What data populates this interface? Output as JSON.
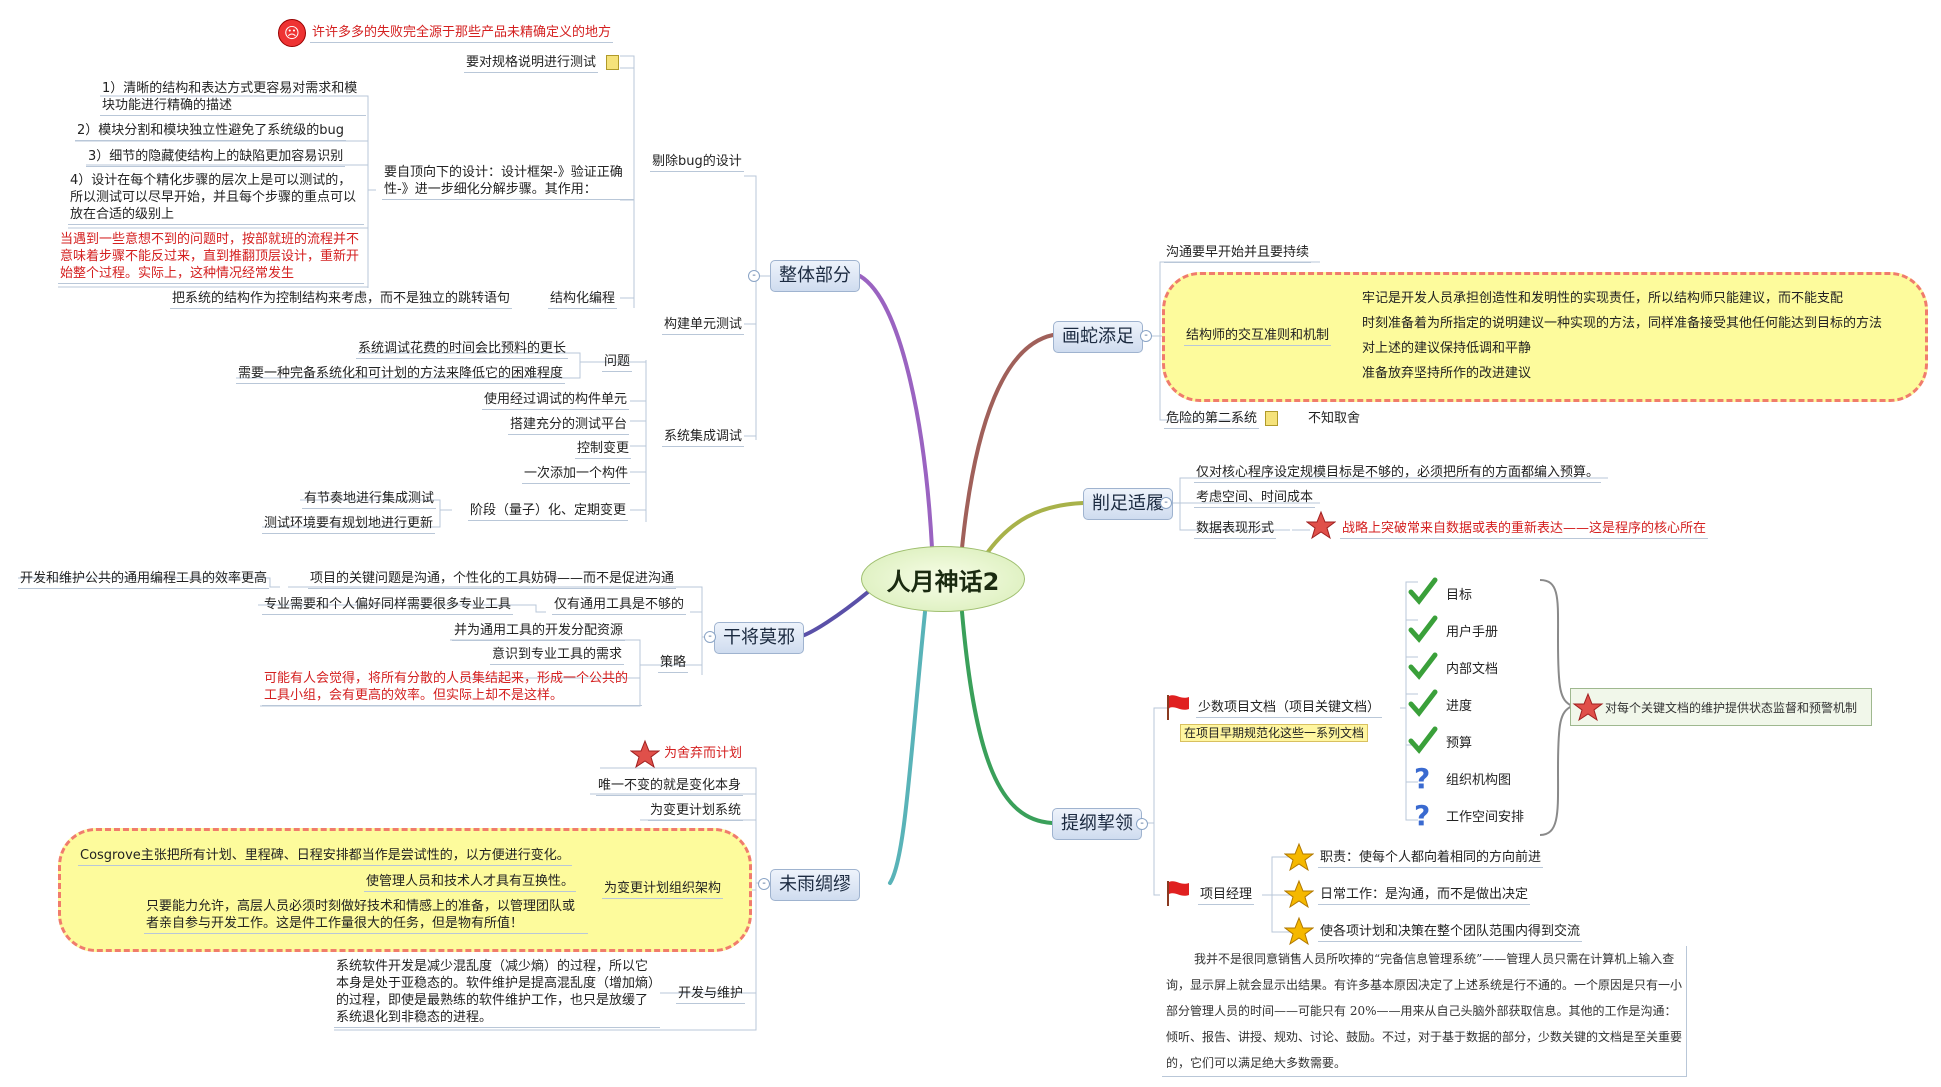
{
  "center": "人月神话2",
  "branches": {
    "zhengti": "整体部分",
    "huashe": "画蛇添足",
    "xuezu": "削足适履",
    "ganjiang": "干将莫邪",
    "weiyu": "未雨绸缪",
    "tigang": "提纲挈领"
  },
  "zhengti": {
    "warning": "许许多多的失败完全源于那些产品未精确定义的地方",
    "spec_test": "要对规格说明进行测试",
    "topdown": "要自顶向下的设计：设计框架-》验证正确性-》进一步细化分解步骤。其作用：",
    "points": [
      "1）清晰的结构和表达方式更容易对需求和模块功能进行精确的描述",
      "2）模块分割和模块独立性避免了系统级的bug",
      "3）细节的隐藏使结构上的缺陷更加容易识别",
      "4）设计在每个精化步骤的层次上是可以测试的，所以测试可以尽早开始，并且每个步骤的重点可以放在合适的级别上"
    ],
    "caution": "当遇到一些意想不到的问题时，按部就班的流程并不意味着步骤不能反过来，直到推翻顶层设计，重新开始整个过程。实际上，这种情况经常发生",
    "remove_bug": "剔除bug的设计",
    "structured": "结构化编程",
    "structured_desc": "把系统的结构作为控制结构来考虑，而不是独立的跳转语句",
    "unit_test": "构建单元测试",
    "integration": "系统集成调试",
    "problem": "问题",
    "problems": [
      "系统调试花费的时间会比预料的更长",
      "需要一种完备系统化和可计划的方法来降低它的困难程度"
    ],
    "steps": [
      "使用经过调试的构件单元",
      "搭建充分的测试平台",
      "控制变更",
      "一次添加一个构件"
    ],
    "phase": "阶段（量子）化、定期变更",
    "phases": [
      "有节奏地进行集成测试",
      "测试环境要有规划地进行更新"
    ]
  },
  "huashe": {
    "comm": "沟通要早开始并且要持续",
    "arch_mech": "结构师的交互准则和机制",
    "rules": [
      "牢记是开发人员承担创造性和发明性的实现责任，所以结构师只能建议，而不能支配",
      "时刻准备着为所指定的说明建议一种实现的方法，同样准备接受其他任何能达到目标的方法",
      "对上述的建议保持低调和平静",
      "准备放弃坚持所作的改进建议"
    ],
    "second": "危险的第二系统",
    "second_child": "不知取舍"
  },
  "xuezu": {
    "budget": "仅对核心程序设定规模目标是不够的，必须把所有的方面都编入预算。",
    "space_time": "考虑空间、时间成本",
    "data_rep": "数据表现形式",
    "data_core": "战略上突破常来自数据或表的重新表达——这是程序的核心所在"
  },
  "ganjiang": {
    "key": "项目的关键问题是沟通，个性化的工具妨碍——而不是促进沟通",
    "key_left": "开发和维护公共的通用编程工具的效率更高",
    "not_enough": "仅有通用工具是不够的",
    "not_enough_left": "专业需要和个人偏好同样需要很多专业工具",
    "strategy": "策略",
    "strategies": [
      "并为通用工具的开发分配资源",
      "意识到专业工具的需求"
    ],
    "strategy_note": "可能有人会觉得，将所有分散的人员集结起来，形成一个公共的工具小组，会有更高的效率。但实际上却不是这样。"
  },
  "weiyu": {
    "plan_discard": "为舍弃而计划",
    "only_change": "唯一不变的就是变化本身",
    "plan_system": "为变更计划系统",
    "plan_org": "为变更计划组织架构",
    "org_items": [
      "Cosgrove主张把所有计划、里程碑、日程安排都当作是尝试性的，以方便进行变化。",
      "使管理人员和技术人才具有互换性。",
      "只要能力允许，高层人员必须时刻做好技术和情感上的准备，以管理团队或者亲自参与开发工作。这是件工作量很大的任务，但是物有所值！"
    ],
    "maint": "开发与维护",
    "maint_desc": "系统软件开发是减少混乱度（减少熵）的过程，所以它本身是处于亚稳态的。软件维护是提高混乱度（增加熵）的过程，即使是最熟练的软件维护工作，也只是放缓了系统退化到非稳态的进程。"
  },
  "tigang": {
    "docs": "少数项目文档（项目关键文档）",
    "docs_tag": "在项目早期规范化这些一系列文档",
    "doc_items": [
      "目标",
      "用户手册",
      "内部文档",
      "进度",
      "预算",
      "组织机构图",
      "工作空间安排"
    ],
    "doc_icons": [
      "check-icon",
      "check-icon",
      "check-icon",
      "check-icon",
      "check-icon",
      "question-icon",
      "question-icon"
    ],
    "doc_summary": "对每个关键文档的维护提供状态监督和预警机制",
    "pm": "项目经理",
    "pm_items": [
      "职责：使每个人都向着相同的方向前进",
      "日常工作：是沟通，而不是做出决定",
      "使各项计划和决策在整个团队范围内得到交流"
    ],
    "note_text": "我并不是很同意销售人员所吹捧的“完备信息管理系统”——管理人员只需在计算机上输入查询，显示屏上就会显示出结果。有许多基本原因决定了上述系统是行不通的。一个原因是只有一小部分管理人员的时间——可能只有 20%——用来从自己头脑外部获取信息。其他的工作是沟通：倾听、报告、讲授、规劝、讨论、鼓励。不过，对于基于数据的部分，少数关键的文档是至关重要的，它们可以满足绝大多数需要。"
  },
  "colors": {
    "cloud_fill": "#fdfb9c",
    "cloud_border": "#f07c6c",
    "red_text": "#d42020",
    "branch_purple": "#9b59b6",
    "branch_green": "#2e8b57"
  }
}
